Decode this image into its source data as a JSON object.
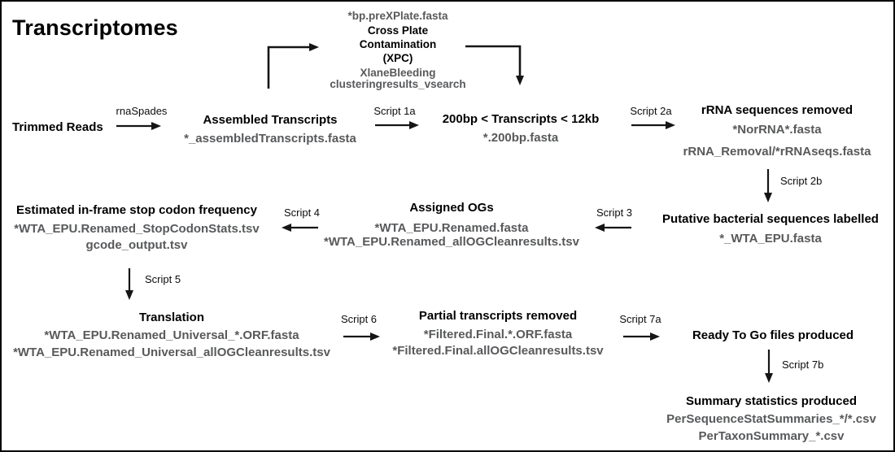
{
  "title": "Transcriptomes",
  "colors": {
    "node_text": "#000000",
    "file_text": "#58595b",
    "arrow": "#151515",
    "background": "#ffffff"
  },
  "nodes": {
    "xpc": {
      "input_file": "*bp.preXPlate.fasta",
      "title_line1": "Cross Plate",
      "title_line2": "Contamination",
      "title_line3": "(XPC)",
      "output_file1": "XlaneBleeding",
      "output_file2": "clusteringresults_vsearch"
    },
    "trimmed_reads": {
      "label": "Trimmed Reads"
    },
    "assembled_transcripts": {
      "label": "Assembled Transcripts",
      "file1": "*_assembledTranscripts.fasta"
    },
    "size_filtered": {
      "label": "200bp < Transcripts < 12kb",
      "file1": "*.200bp.fasta"
    },
    "rrna_removed": {
      "label": "rRNA sequences removed",
      "file1": "*NorRNA*.fasta",
      "file2": "rRNA_Removal/*rRNAseqs.fasta"
    },
    "bacterial_labelled": {
      "label": "Putative bacterial sequences labelled",
      "file1": "*_WTA_EPU.fasta"
    },
    "assigned_ogs": {
      "label": "Assigned OGs",
      "file1": "*WTA_EPU.Renamed.fasta",
      "file2": "*WTA_EPU.Renamed_allOGCleanresults.tsv"
    },
    "stop_codon_freq": {
      "label": "Estimated in-frame stop codon frequency",
      "file1": "*WTA_EPU.Renamed_StopCodonStats.tsv",
      "file2": "gcode_output.tsv"
    },
    "translation": {
      "label": "Translation",
      "file1": "*WTA_EPU.Renamed_Universal_*.ORF.fasta",
      "file2": "*WTA_EPU.Renamed_Universal_allOGCleanresults.tsv"
    },
    "partial_removed": {
      "label": "Partial transcripts removed",
      "file1": "*Filtered.Final.*.ORF.fasta",
      "file2": "*Filtered.Final.allOGCleanresults.tsv"
    },
    "ready_to_go": {
      "label": "Ready To Go files produced"
    },
    "summary_stats": {
      "label": "Summary statistics produced",
      "file1": "PerSequenceStatSummaries_*/*.csv",
      "file2": "PerTaxonSummary_*.csv"
    }
  },
  "edges": {
    "rnaspades": {
      "label": "rnaSpades"
    },
    "script_1a": {
      "label": "Script 1a"
    },
    "script_2a": {
      "label": "Script 2a"
    },
    "script_2b": {
      "label": "Script 2b"
    },
    "script_3": {
      "label": "Script 3"
    },
    "script_4": {
      "label": "Script 4"
    },
    "script_5": {
      "label": "Script 5"
    },
    "script_6": {
      "label": "Script 6"
    },
    "script_7a": {
      "label": "Script 7a"
    },
    "script_7b": {
      "label": "Script 7b"
    }
  }
}
